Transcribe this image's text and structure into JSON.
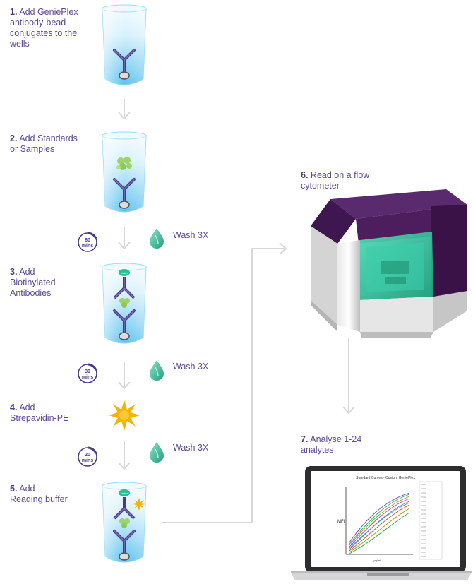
{
  "steps": [
    {
      "num": "1.",
      "text_lines": [
        "Add GeniePlex",
        "antibody-bead",
        "conjugates to the",
        "wells"
      ]
    },
    {
      "num": "2.",
      "text_lines": [
        "Add Standards",
        "or Samples"
      ]
    },
    {
      "num": "3.",
      "text_lines": [
        "Add",
        "Biotinylated",
        "Antibodies"
      ]
    },
    {
      "num": "4.",
      "text_lines": [
        "Add",
        "Strepavidin-PE"
      ]
    },
    {
      "num": "5.",
      "text_lines": [
        "Add",
        "Reading buffer"
      ]
    },
    {
      "num": "6.",
      "text_lines": [
        "Read on a flow",
        "cytometer"
      ]
    },
    {
      "num": "7.",
      "text_lines": [
        "Analyse 1-24",
        "analytes"
      ]
    }
  ],
  "washes": [
    {
      "label": "Wash 3X",
      "timer": [
        "60",
        "mins"
      ]
    },
    {
      "label": "Wash 3X",
      "timer": [
        "30",
        "mins"
      ]
    },
    {
      "label": "Wash 3X",
      "timer": [
        "20",
        "mins"
      ]
    }
  ],
  "colors": {
    "purple": "#4a3a7f",
    "cup_blue": "#5ec4f0",
    "cup_light": "#dff3fc",
    "teal": "#2bbf95",
    "arrow": "#d8d8d8",
    "cytometer_purple": "#4d1d5e",
    "cytometer_teal": "#2ec6a0",
    "sun": "#f4b400",
    "analyte_green": "#9ed36a"
  },
  "laptop_screen": {
    "title": "Standard Curves - Custom GeniePlex",
    "ylabel": "MFI",
    "xlabel": "pg/mL"
  }
}
